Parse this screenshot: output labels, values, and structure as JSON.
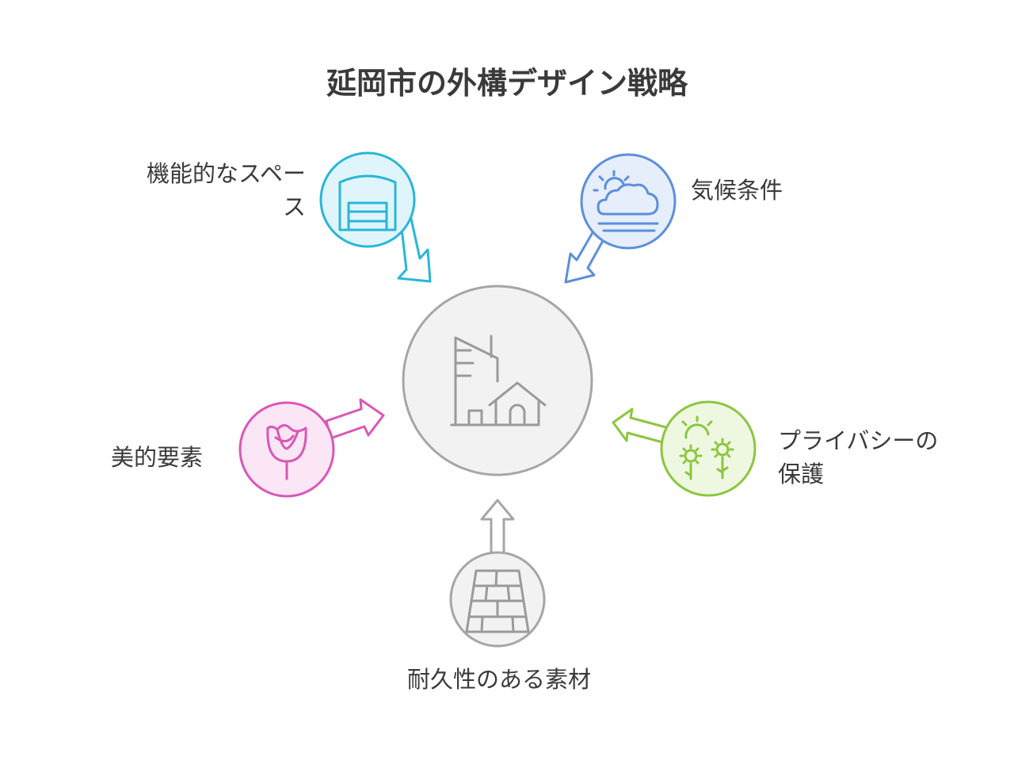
{
  "title": "延岡市の外構デザイン戦略",
  "nodes": {
    "space": {
      "line1": "機能的なスペー",
      "line2": "ス",
      "icon": "garage-icon",
      "color": "#29b6d8"
    },
    "climate": {
      "line1": "気候条件",
      "icon": "weather-icon",
      "color": "#5b8fdc"
    },
    "aesthetic": {
      "line1": "美的要素",
      "icon": "rose-icon",
      "color": "#d957b8"
    },
    "privacy": {
      "line1": "プライバシーの",
      "line2": "保護",
      "icon": "plants-icon",
      "color": "#8cc63f"
    },
    "material": {
      "line1": "耐久性のある素材",
      "icon": "paving-tiles-icon",
      "color": "#9e9e9e"
    }
  },
  "center": {
    "icon": "city-house-icon",
    "color": "#9e9e9e"
  }
}
